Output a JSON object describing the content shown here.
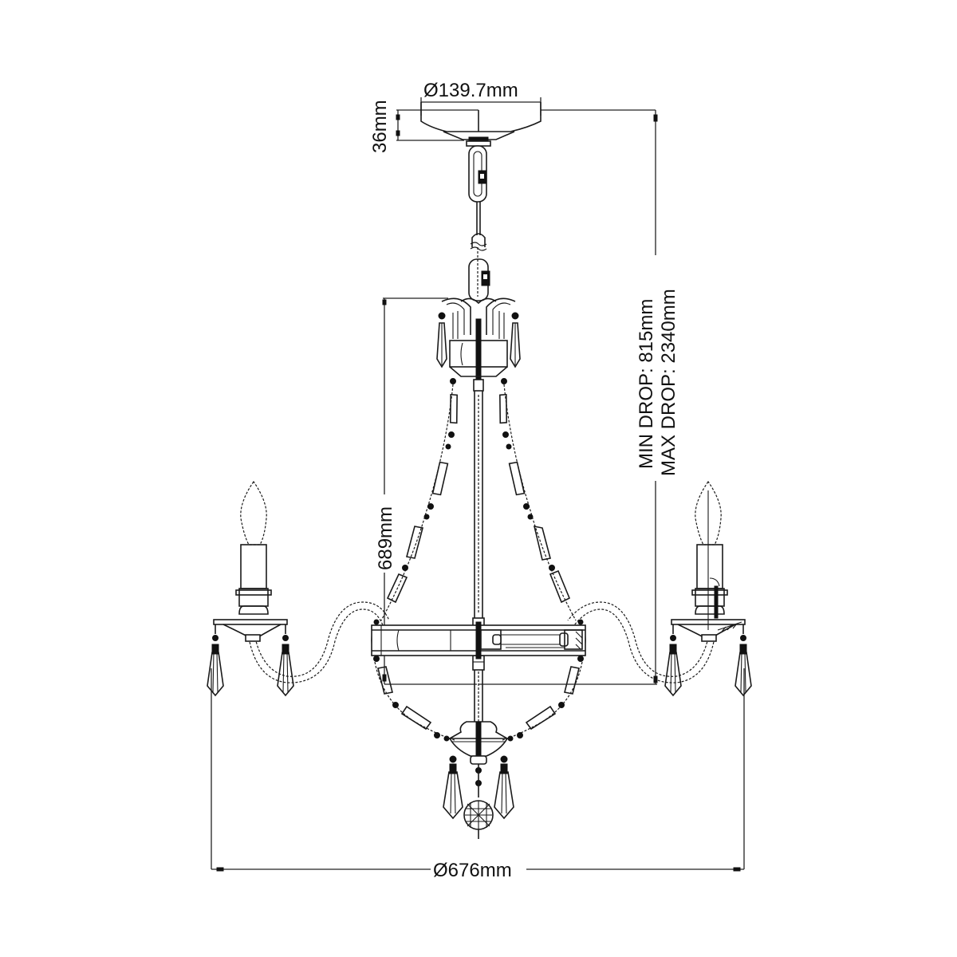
{
  "drawing": {
    "title": "Chandelier dimension drawing",
    "colors": {
      "line": "#1a1a1a",
      "background": "#ffffff"
    },
    "dimensions": {
      "canopy_diameter": "Ø139.7mm",
      "canopy_height": "36mm",
      "body_height": "689mm",
      "min_drop": "MIN DROP: 815mm",
      "max_drop": "MAX DROP: 2340mm",
      "overall_diameter": "Ø676mm"
    },
    "components": [
      "ceiling-canopy",
      "chain",
      "crown",
      "central-stem",
      "bead-garlands",
      "middle-ring",
      "candle-arm-left",
      "candle-arm-right",
      "bottom-bowl",
      "crystal-drops",
      "crystal-ball"
    ]
  }
}
